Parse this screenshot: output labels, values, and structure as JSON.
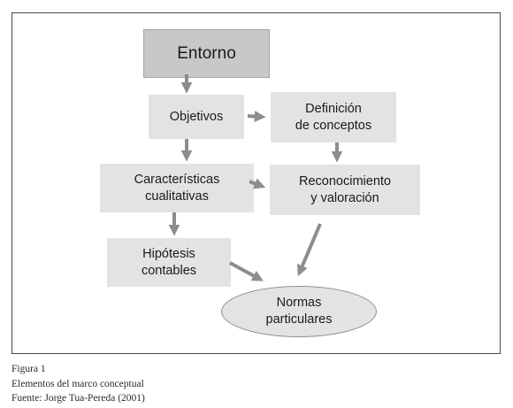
{
  "diagram": {
    "nodes": {
      "entorno": "Entorno",
      "objetivos": "Objetivos",
      "definicion": "Definición\nde conceptos",
      "caracteristicas": "Características\ncualitativas",
      "reconocimiento": "Reconocimiento\ny valoración",
      "hipotesis": "Hipótesis\ncontables",
      "normas": "Normas\nparticulares"
    },
    "colors": {
      "box_fill": "#e2e3e4",
      "top_box_fill": "#c7c8ca",
      "arrow": "#8c8d8f"
    }
  },
  "caption": {
    "figure": "Figura 1",
    "title": "Elementos del marco conceptual",
    "source": "Fuente: Jorge Tua-Pereda (2001)"
  }
}
